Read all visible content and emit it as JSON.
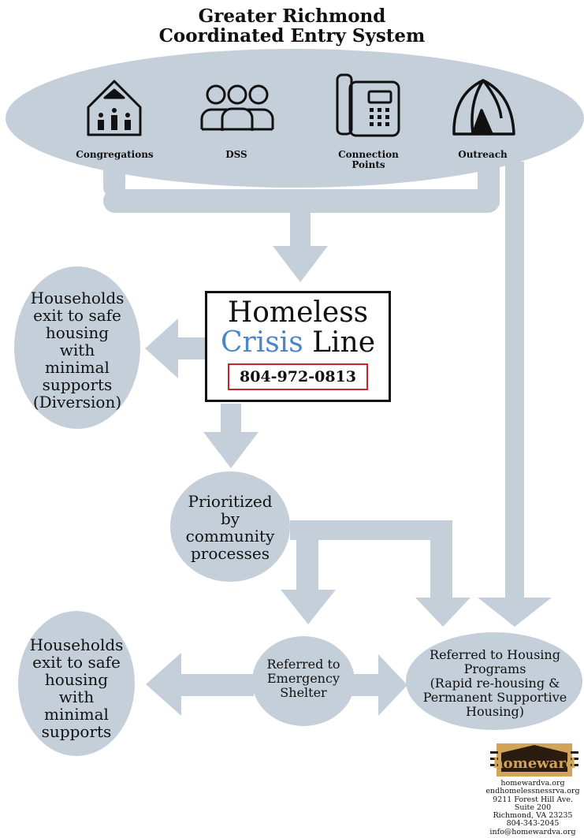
{
  "title": {
    "line1": "Greater Richmond",
    "line2": "Coordinated Entry System"
  },
  "sources": [
    {
      "label_lines": [
        "Congregations"
      ],
      "icon": "church-icon"
    },
    {
      "label_lines": [
        "DSS"
      ],
      "icon": "people-group-icon"
    },
    {
      "label_lines": [
        "Connection",
        "Points"
      ],
      "icon": "desk-phone-icon"
    },
    {
      "label_lines": [
        "Outreach"
      ],
      "icon": "tent-icon"
    }
  ],
  "crisis_line": {
    "word1": "Homeless",
    "word2": "Crisis",
    "word3": "Line",
    "phone": "804-972-0813"
  },
  "diversion": {
    "lines": [
      "Households",
      "exit to safe",
      "housing",
      "with",
      "minimal",
      "supports",
      "(Diversion)"
    ]
  },
  "prioritized": {
    "lines": [
      "Prioritized",
      "by",
      "community",
      "processes"
    ]
  },
  "households_exit": {
    "lines": [
      "Households",
      "exit to safe",
      "housing",
      "with",
      "minimal",
      "supports"
    ]
  },
  "emergency": {
    "lines": [
      "Referred to",
      "Emergency",
      "Shelter"
    ]
  },
  "housing": {
    "lines": [
      "Referred to Housing",
      "Programs",
      "(Rapid re-housing &",
      "Permanent Supportive",
      "Housing)"
    ]
  },
  "logo": {
    "text": "homeward",
    "colors": {
      "tan": "#d2a45a",
      "dark": "#2a1d10"
    }
  },
  "footer": {
    "lines": [
      "homewardva.org",
      "endhomelessnessrva.org",
      "9211 Forest Hill Ave.",
      "Suite 200",
      "Richmond, VA 23235",
      "804-343-2045",
      "info@homewardva.org"
    ]
  },
  "colors": {
    "flow": "#c5cfda",
    "accent_blue": "#4a86c8",
    "accent_red": "#c8242b"
  }
}
